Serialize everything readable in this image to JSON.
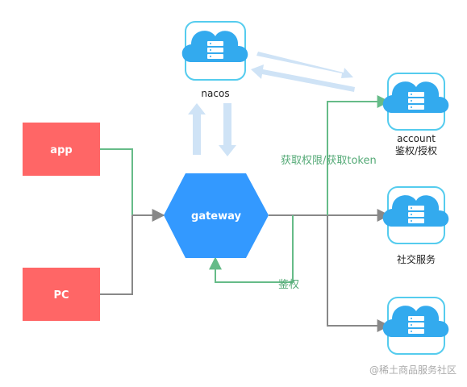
{
  "nodes": {
    "app": "app",
    "pc": "PC",
    "gateway": "gateway",
    "nacos": "nacos",
    "account_line1": "account",
    "account_line2": "鉴权/授权",
    "social": "社交服务"
  },
  "edges": {
    "auth_label": "获取权限/获取token",
    "verify_label": "鉴权"
  },
  "watermark": "@稀土商品服务社区",
  "colors": {
    "client_box": "#ff6666",
    "gateway": "#3399ff",
    "service_border": "#55ccee",
    "service_fill": "#33aaee",
    "green": "#66bb88",
    "gray": "#888888",
    "light_blue_arrow": "#cfe3f6"
  }
}
